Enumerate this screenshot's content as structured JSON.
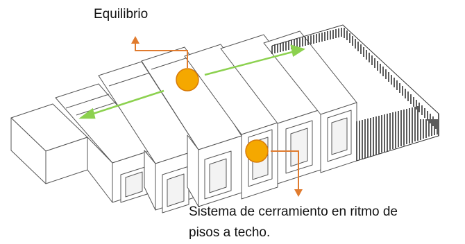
{
  "labels": {
    "equilibrio": "Equilibrio",
    "cerramiento_line1": "Sistema de cerramiento en ritmo de",
    "cerramiento_line2": "pisos a techo."
  },
  "colors": {
    "stroke": "#555555",
    "face": "#ffffff",
    "marker_fill": "#f5a800",
    "marker_stroke": "#d77a0a",
    "leader_line": "#e07b2e",
    "balance_arrow": "#8cd14f"
  },
  "icons": {
    "marker": "orange-circle-marker",
    "leader": "arrow-up-icon / arrow-down-icon",
    "balance": "double-arrow-icon"
  }
}
